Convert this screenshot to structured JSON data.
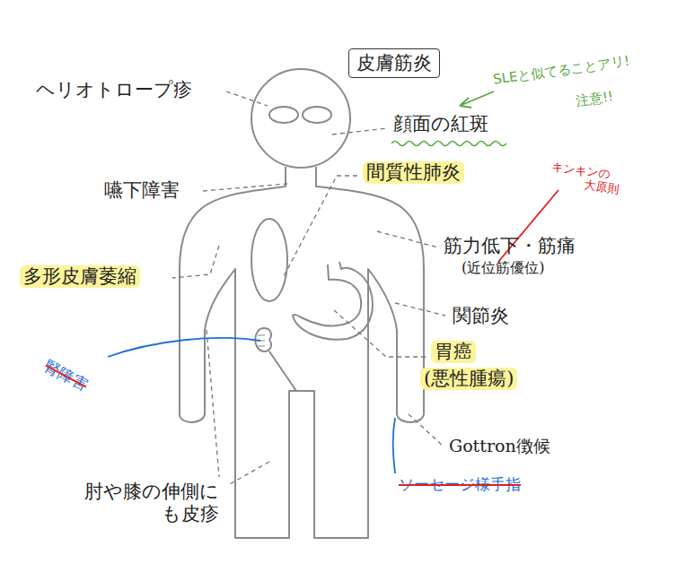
{
  "diagram": {
    "title": "皮膚筋炎",
    "labels": [
      "ヘリオトロープ疹",
      "顔面の紅斑",
      "SLEと似てることアリ!",
      "注意!!",
      "嚥下障害",
      "間質性肺炎",
      "キンキンの",
      "大原則",
      "筋力低下・筋痛",
      "(近位筋優位)",
      "多形皮膚萎縮",
      "関節炎",
      "腎障害",
      "胃癌",
      "(悪性腫瘍)",
      "Gottron徴候",
      "ソーセージ様手指",
      "肘や膝の伸側にも皮疹"
    ]
  }
}
